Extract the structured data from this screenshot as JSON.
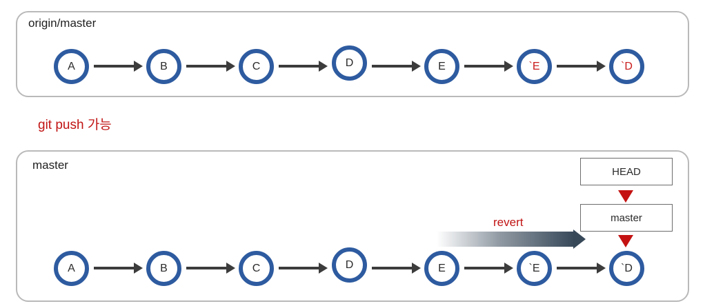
{
  "remote_panel": {
    "title": "origin/master",
    "commits": [
      "A",
      "B",
      "C",
      "D",
      "E",
      "`E",
      "`D"
    ]
  },
  "push_note": "git push 가능",
  "local_panel": {
    "title": "master",
    "commits": [
      "A",
      "B",
      "C",
      "D",
      "E",
      "`E",
      "`D"
    ],
    "head_label": "HEAD",
    "branch_label": "master",
    "revert_label": "revert"
  },
  "colors": {
    "node_ring": "#2e5ba0",
    "revert_text": "#c11414",
    "pointer_triangle": "#c41212",
    "revert_arrow": "#374859"
  }
}
